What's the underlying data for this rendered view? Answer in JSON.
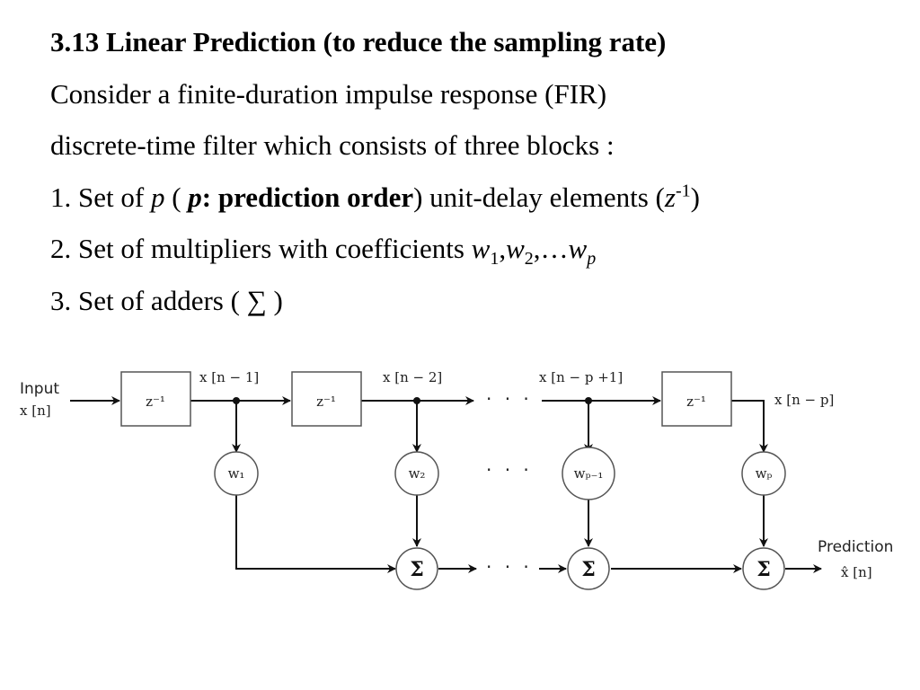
{
  "slide": {
    "title": "3.13 Linear Prediction (to reduce the sampling rate)",
    "line1": "Consider a finite-duration impulse response (FIR)",
    "line2": "discrete-time filter which consists of three blocks :",
    "item1": {
      "prefix": "1. Set of ",
      "p": "p",
      "open": " ( ",
      "p_bold": "p",
      "bold_text": ": prediction order",
      "close": ") unit-delay elements (",
      "z": "z",
      "exp": "-1",
      "end": ")"
    },
    "item2": {
      "prefix": "2. Set of multipliers with coefficients ",
      "w1": "w",
      "s1": "1",
      "comma1": ",",
      "w2": "w",
      "s2": "2",
      "mid": ",…",
      "wp": "w",
      "sp": "p"
    },
    "item3": {
      "prefix": "3. Set of adders ( ",
      "sigma": "∑",
      "end": " )"
    }
  },
  "diagram": {
    "input_label": "Input",
    "input_signal": "x [n]",
    "delay_label": "z⁻¹",
    "taps": [
      "x [n − 1]",
      "x [n − 2]",
      "x [n − p +1]",
      "x [n − p]"
    ],
    "weights": [
      "w₁",
      "w₂",
      "wₚ₋₁",
      "wₚ"
    ],
    "adder_symbol": "Σ",
    "ellipsis": "· · ·",
    "output_label": "Prediction",
    "output_signal": "x̂ [n]"
  }
}
